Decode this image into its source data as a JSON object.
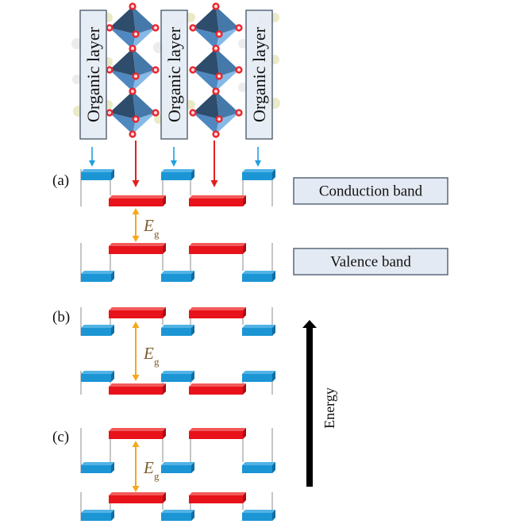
{
  "figure": {
    "top_structure": {
      "organic_layer_labels": [
        "Organic layer",
        "Organic layer",
        "Organic layer"
      ]
    },
    "legend": {
      "conduction_band": "Conduction band",
      "valence_band": "Valence band"
    },
    "axis": {
      "energy_label": "Energy"
    },
    "panels": [
      {
        "label": "(a)",
        "gap_symbol": "E",
        "gap_subscript": "g"
      },
      {
        "label": "(b)",
        "gap_symbol": "E",
        "gap_subscript": "g"
      },
      {
        "label": "(c)",
        "gap_symbol": "E",
        "gap_subscript": "g"
      }
    ]
  },
  "colors": {
    "organic_band": "#1c95d5",
    "inorganic_band": "#e8121a",
    "gap_arrow": "#f5a81c",
    "gap_label": "#7a5c2e",
    "energy_arrow": "#000000",
    "label_box_fill": "#e4eaf3",
    "label_box_stroke": "#5a6878"
  }
}
